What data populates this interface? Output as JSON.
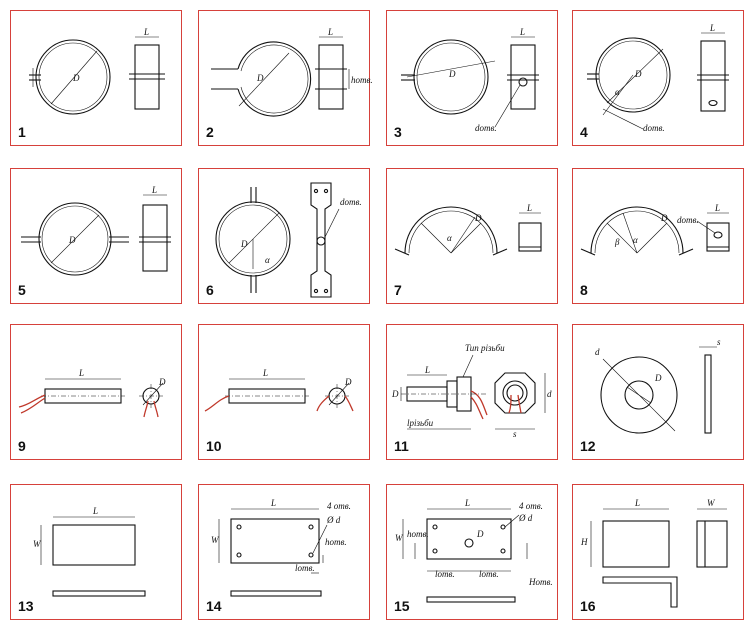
{
  "panels": [
    {
      "number": "1",
      "labels": {
        "l": "L",
        "d": "D"
      }
    },
    {
      "number": "2",
      "labels": {
        "l": "L",
        "d": "D",
        "h": "h",
        "h_sub": "отв."
      }
    },
    {
      "number": "3",
      "labels": {
        "l": "L",
        "d": "D",
        "dh": "d",
        "dh_sub": "отв."
      }
    },
    {
      "number": "4",
      "labels": {
        "l": "L",
        "d": "D",
        "alpha": "α",
        "dh": "d",
        "dh_sub": "отв."
      }
    },
    {
      "number": "5",
      "labels": {
        "l": "L",
        "d": "D"
      }
    },
    {
      "number": "6",
      "labels": {
        "d": "D",
        "alpha": "α",
        "dh": "d",
        "dh_sub": "отв."
      }
    },
    {
      "number": "7",
      "labels": {
        "l": "L",
        "d": "D",
        "alpha": "α"
      }
    },
    {
      "number": "8",
      "labels": {
        "l": "L",
        "d": "D",
        "alpha": "α",
        "beta": "β",
        "dh": "d",
        "dh_sub": "отв."
      }
    },
    {
      "number": "9",
      "labels": {
        "l": "L",
        "d": "D"
      }
    },
    {
      "number": "10",
      "labels": {
        "l": "L",
        "d": "D"
      }
    },
    {
      "number": "11",
      "labels": {
        "l": "L",
        "d_big": "D",
        "d": "d",
        "s": "s",
        "thread": "Тип різьби",
        "lt": "l",
        "lt_sub": "різьби"
      }
    },
    {
      "number": "12",
      "labels": {
        "d": "d",
        "d_big": "D",
        "s": "s"
      }
    },
    {
      "number": "13",
      "labels": {
        "l": "L",
        "w": "W"
      }
    },
    {
      "number": "14",
      "labels": {
        "l": "L",
        "w": "W",
        "holes": "4 отв.",
        "dia": "Ø d",
        "h": "h",
        "h_sub": "отв.",
        "lh": "l",
        "lh_sub": "отв."
      }
    },
    {
      "number": "15",
      "labels": {
        "l": "L",
        "w": "W",
        "d": "D",
        "holes": "4 отв.",
        "dia": "Ø d",
        "h": "h",
        "h_sub": "отв.",
        "lh": "l",
        "lh_sub": "отв.",
        "lh2": "l",
        "lh2_sub": "отв.",
        "H": "H",
        "H_sub": "отв."
      }
    },
    {
      "number": "16",
      "labels": {
        "l": "L",
        "w": "W",
        "h": "H"
      }
    }
  ]
}
